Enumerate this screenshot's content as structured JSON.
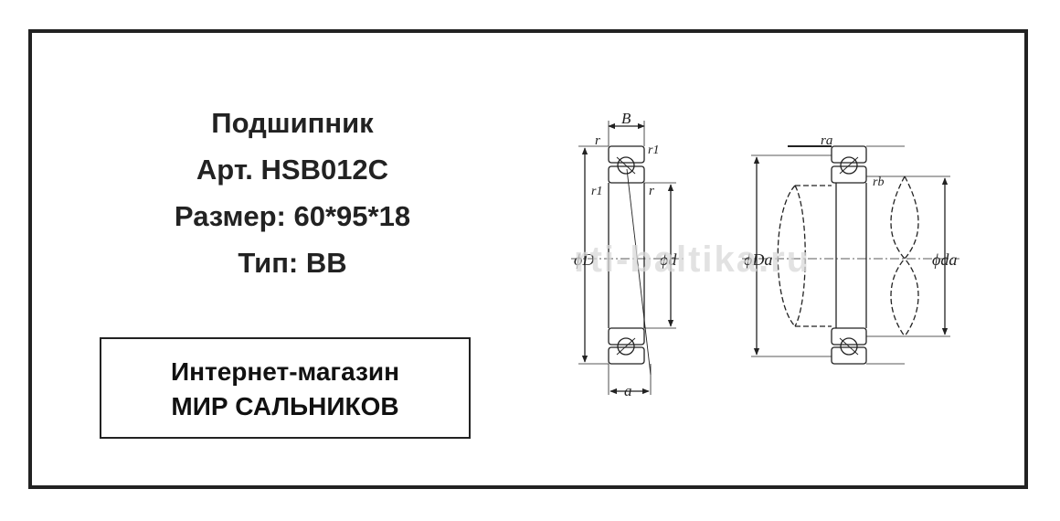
{
  "product": {
    "title": "Подшипник",
    "article": "Арт.  HSB012C",
    "size": "Размер:  60*95*18",
    "type": "Тип:  BB"
  },
  "store": {
    "line1": "Интернет-магазин",
    "line2": "МИР САЛЬНИКОВ"
  },
  "drawing": {
    "labels": {
      "width_B": "B",
      "r_top_left": "r",
      "r1_top_right": "r1",
      "r1_left": "r1",
      "r_right": "r",
      "outer_diameter": "ϕD",
      "inner_diameter": "ϕd",
      "load_center_a": "a",
      "ra_top": "ra",
      "rb": "rb",
      "housing_diameter": "ϕDa",
      "shaft_diameter": "ϕda"
    },
    "watermark": "rti-baltika.ru"
  },
  "colors": {
    "ink": "#222222",
    "watermark": "#d9d9d9",
    "background": "#ffffff"
  }
}
